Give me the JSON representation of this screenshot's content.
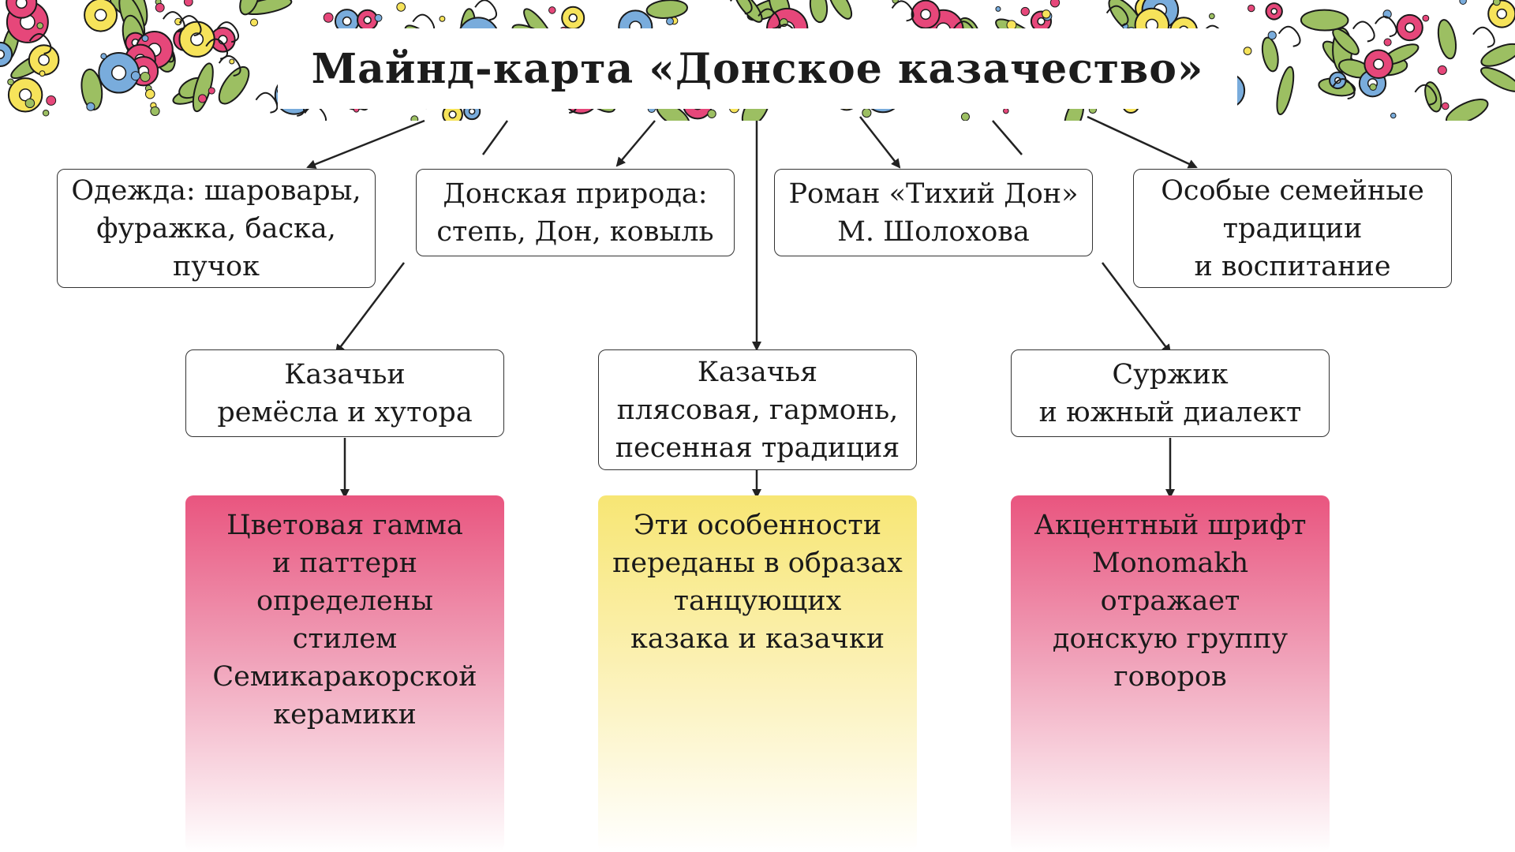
{
  "title": "Майнд-карта «Донское казачество»",
  "colors": {
    "card_pink": "#e9557f",
    "card_yellow": "#f7e674",
    "arrow": "#222222",
    "ornament_pink": "#e6477a",
    "ornament_yellow": "#f6e35a",
    "ornament_blue": "#79acdc",
    "ornament_green": "#9cbf62"
  },
  "nodes": {
    "clothing": "Одежда: шаровары,\nфуражка, баска,\nпучок",
    "nature": "Донская природа:\nстепь, Дон, ковыль",
    "novel": "Роман «Тихий Дон»\nМ. Шолохова",
    "family": "Особые семейные\nтрадиции\nи воспитание",
    "crafts": "Казачьи\nремёсла и хутора",
    "dance": "Казачья\nплясовая, гармонь,\nпесенная традиция",
    "dialect": "Суржик\nи южный диалект"
  },
  "cards": {
    "ceramics": "Цветовая гамма\nи паттерн\nопределены\nстилем\nСемикаракорской\nкерамики",
    "dancers": "Эти особенности\nпереданы в образах\nтанцующих\nказака и казачки",
    "font": "Акцентный шрифт\nMonomakh\nотражает\nдонскую группу\nговоров"
  }
}
